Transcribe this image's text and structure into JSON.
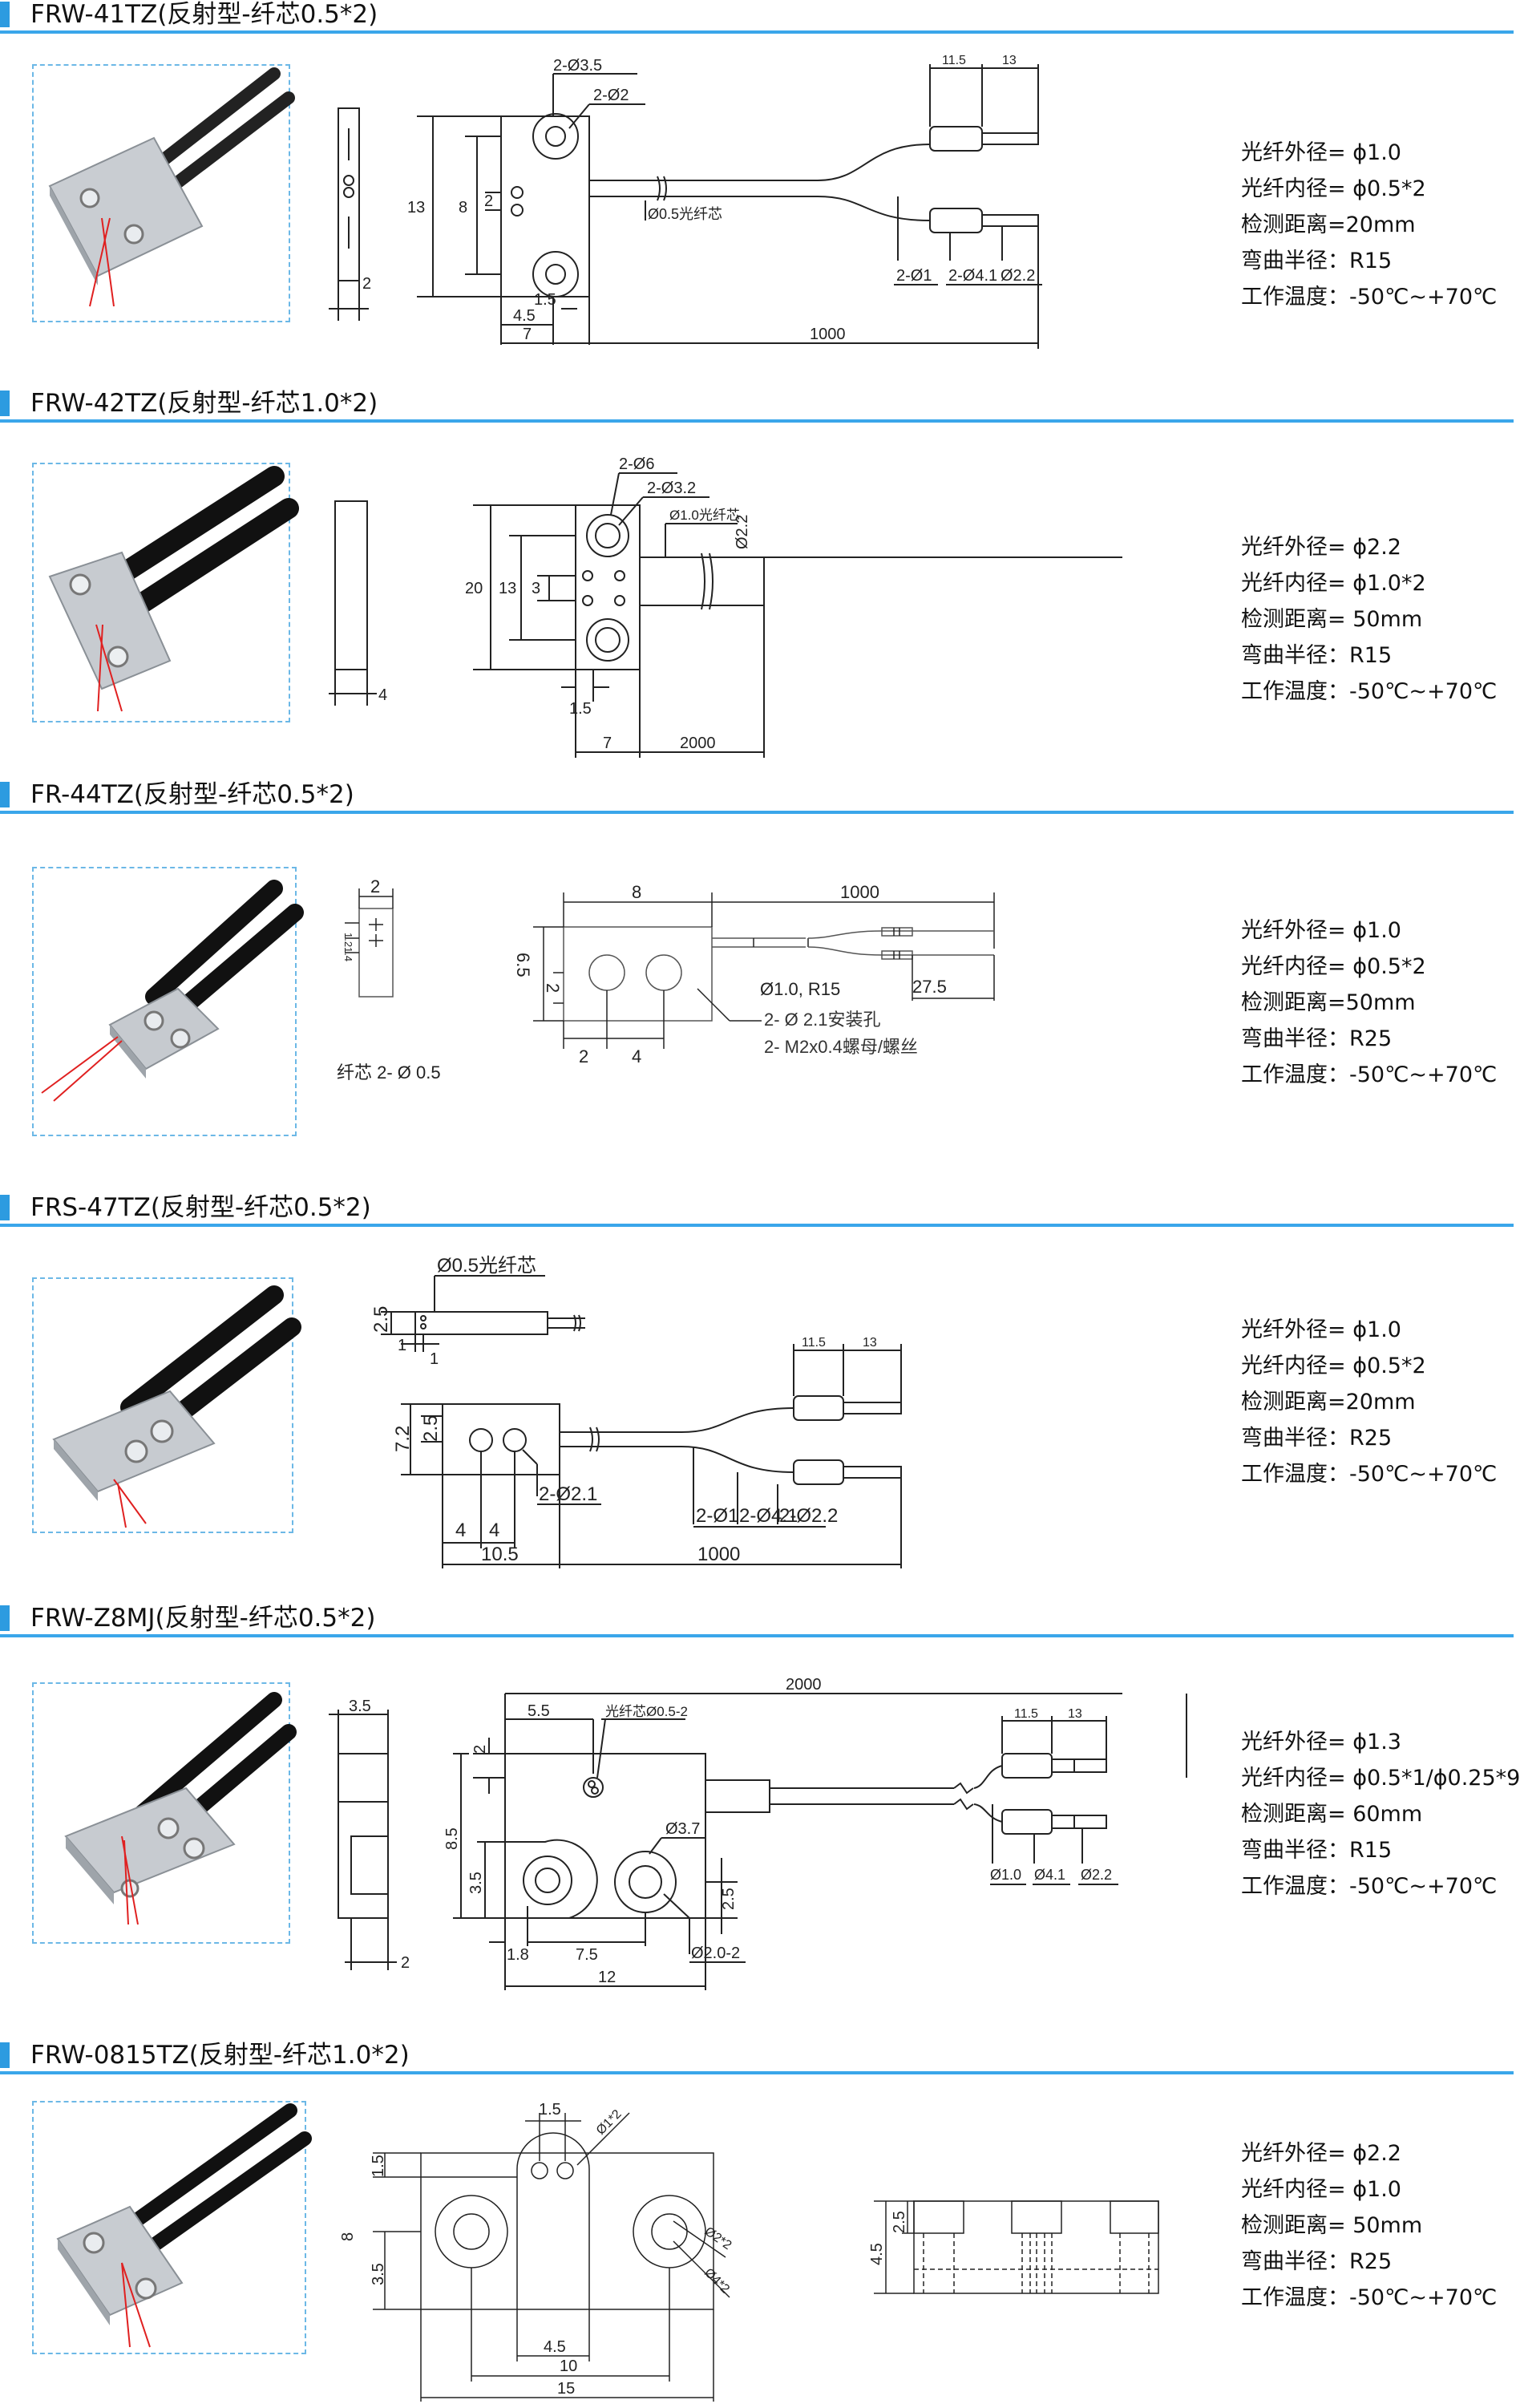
{
  "sections": [
    {
      "title": "FRW-41TZ(反射型-纤芯0.5*2)",
      "dims": {
        "d1": "2-Ø3.5",
        "d2": "2-Ø2",
        "d3": "13",
        "d4": "8",
        "d5": "2",
        "d6": "2",
        "d7": "1.5",
        "d8": "4.5",
        "d9": "7",
        "d10": "Ø0.5光纤芯",
        "d11": "11.5",
        "d12": "13",
        "d13": "2-Ø1",
        "d14": "2-Ø4.1",
        "d15": "Ø2.2",
        "d16": "1000"
      },
      "specs": [
        "光纤外径= ϕ1.0",
        "光纤内径= ϕ0.5*2",
        "检测距离=20mm",
        "弯曲半径：R15",
        "工作温度：-50℃~+70℃"
      ]
    },
    {
      "title": "FRW-42TZ(反射型-纤芯1.0*2)",
      "dims": {
        "d1": "2-Ø6",
        "d2": "2-Ø3.2",
        "d3": "Ø1.0光纤芯",
        "d4": "Ø2.2",
        "d5": "20",
        "d6": "13",
        "d7": "3",
        "d8": "4",
        "d9": "1.5",
        "d10": "7",
        "d11": "2000"
      },
      "specs": [
        "光纤外径= ϕ2.2",
        "光纤内径= ϕ1.0*2",
        "检测距离= 50mm",
        "弯曲半径：R15",
        "工作温度：-50℃~+70℃"
      ]
    },
    {
      "title": "FR-44TZ(反射型-纤芯0.5*2)",
      "dims": {
        "d1": "2",
        "d2": "1.2",
        "d3": "1.4",
        "d4": "8",
        "d5": "1000",
        "d6": "6.5",
        "d7": "2",
        "d8": "Ø1.0, R15",
        "d9": "27.5",
        "d10": "2- Ø 2.1安装孔",
        "d11": "2- M2x0.4螺母/螺丝",
        "d12": "2",
        "d13": "4",
        "d14": "纤芯 2- Ø 0.5"
      },
      "specs": [
        "光纤外径= ϕ1.0",
        "光纤内径= ϕ0.5*2",
        "检测距离=50mm",
        "弯曲半径：R25",
        "工作温度：-50℃~+70℃"
      ]
    },
    {
      "title": "FRS-47TZ(反射型-纤芯0.5*2)",
      "dims": {
        "d1": "Ø0.5光纤芯",
        "d2": "2.5",
        "d3": "1",
        "d4": "1",
        "d5": "11.5",
        "d6": "13",
        "d7": "7.2",
        "d8": "2.5",
        "d9": "2-Ø2.1",
        "d10": "2-Ø1",
        "d11": "2-Ø4.1",
        "d12": "2-Ø2.2",
        "d13": "4",
        "d14": "4",
        "d15": "10.5",
        "d16": "1000"
      },
      "specs": [
        "光纤外径= ϕ1.0",
        "光纤内径= ϕ0.5*2",
        "检测距离=20mm",
        "弯曲半径：R25",
        "工作温度：-50℃~+70℃"
      ]
    },
    {
      "title": "FRW-Z8MJ(反射型-纤芯0.5*2)",
      "dims": {
        "d1": "2000",
        "d2": "3.5",
        "d3": "5.5",
        "d4": "光纤芯Ø0.5-2",
        "d5": "2",
        "d6": "8.5",
        "d7": "3.5",
        "d8": "Ø3.7",
        "d9": "2.5",
        "d10": "11.5",
        "d11": "13",
        "d12": "Ø1.0",
        "d13": "Ø4.1",
        "d14": "Ø2.2",
        "d15": "1.8",
        "d16": "7.5",
        "d17": "Ø2.0-2",
        "d18": "12",
        "d19": "2"
      },
      "specs": [
        "光纤外径= ϕ1.3",
        "光纤内径= ϕ0.5*1/ϕ0.25*9",
        "检测距离= 60mm",
        "弯曲半径：R15",
        "工作温度：-50℃~+70℃"
      ]
    },
    {
      "title": "FRW-0815TZ(反射型-纤芯1.0*2)",
      "dims": {
        "d1": "1.5",
        "d2": "Ø1*2",
        "d3": "1.5",
        "d4": "8",
        "d5": "3.5",
        "d6": "Ø2*2",
        "d7": "Ø4*2",
        "d8": "4.5",
        "d9": "10",
        "d10": "15",
        "d11": "4.5",
        "d12": "2.5"
      },
      "specs": [
        "光纤外径= ϕ2.2",
        "光纤内径= ϕ1.0",
        "检测距离= 50mm",
        "弯曲半径：R25",
        "工作温度：-50℃~+70℃"
      ]
    }
  ]
}
